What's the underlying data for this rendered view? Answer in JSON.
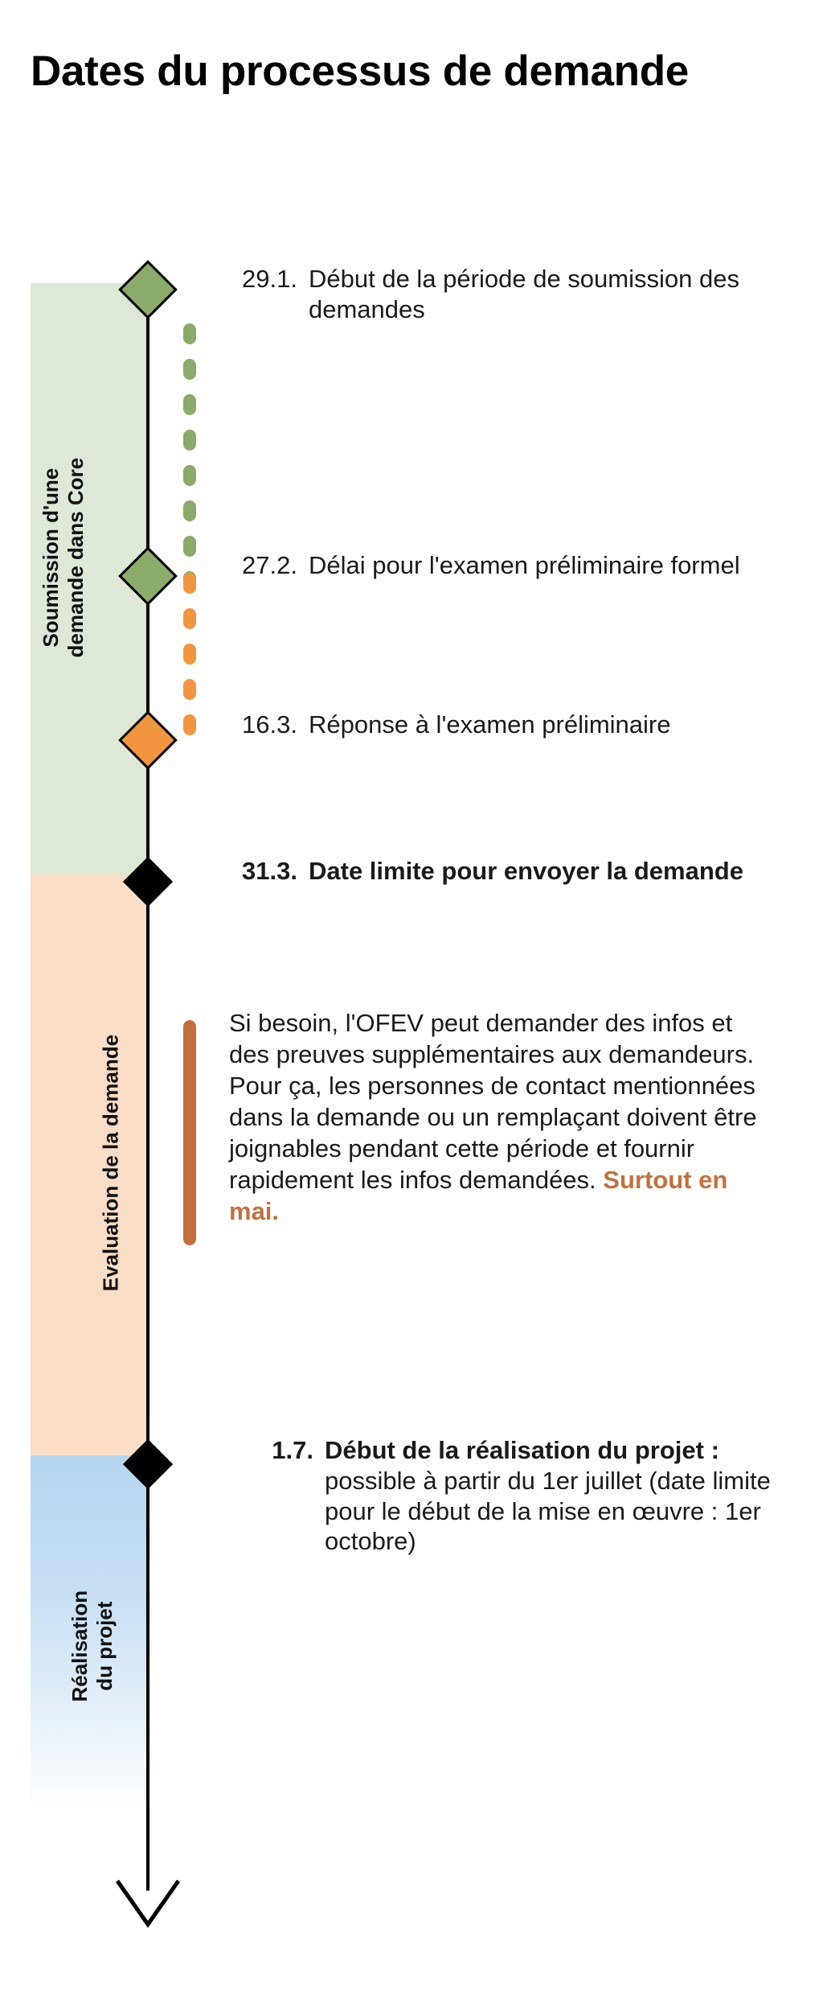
{
  "page_title": "Dates du processus de demande",
  "colors": {
    "band_submission": "#dde8d6",
    "band_evaluation": "#f9ddc6",
    "band_realisation": "#b6d5ee",
    "marker_green": "#8aab6a",
    "marker_orange": "#f2953f",
    "marker_black": "#000000",
    "note_bar": "#c4703e",
    "highlight_text": "#c4703e"
  },
  "phases": [
    {
      "id": "submission",
      "label": "Soumission d'une\ndemande dans Core"
    },
    {
      "id": "evaluation",
      "label": "Evaluation de la demande"
    },
    {
      "id": "realisation",
      "label": "Réalisation\ndu projet"
    }
  ],
  "entries": [
    {
      "date": "29.1.",
      "text": "Début de la période de soumission des demandes",
      "marker": "green-diamond",
      "bold": false
    },
    {
      "date": "27.2.",
      "text": "Délai pour l'examen préliminaire formel",
      "marker": "green-diamond",
      "bold": false
    },
    {
      "date": "16.3.",
      "text": "Réponse à l'examen préliminaire",
      "marker": "orange-diamond",
      "bold": false
    },
    {
      "date": "31.3.",
      "text": "Date limite pour envoyer la demande",
      "marker": "black-diamond",
      "bold": true
    }
  ],
  "note": {
    "body": "Si besoin, l'OFEV peut demander des infos et des preuves supplémentaires aux demandeurs. Pour ça, les personnes de contact mentionnées dans la demande ou un remplaçant doivent être joignables pendant cette période et fournir rapidement les infos demandées. ",
    "highlight": "Surtout en mai."
  },
  "final_entry": {
    "date": "1.7.",
    "strong": "Début de la réalisation du projet :",
    "rest": " possible à partir du 1er juillet (date limite pour le début de la mise en œuvre : 1er octobre)",
    "marker": "black-diamond"
  }
}
